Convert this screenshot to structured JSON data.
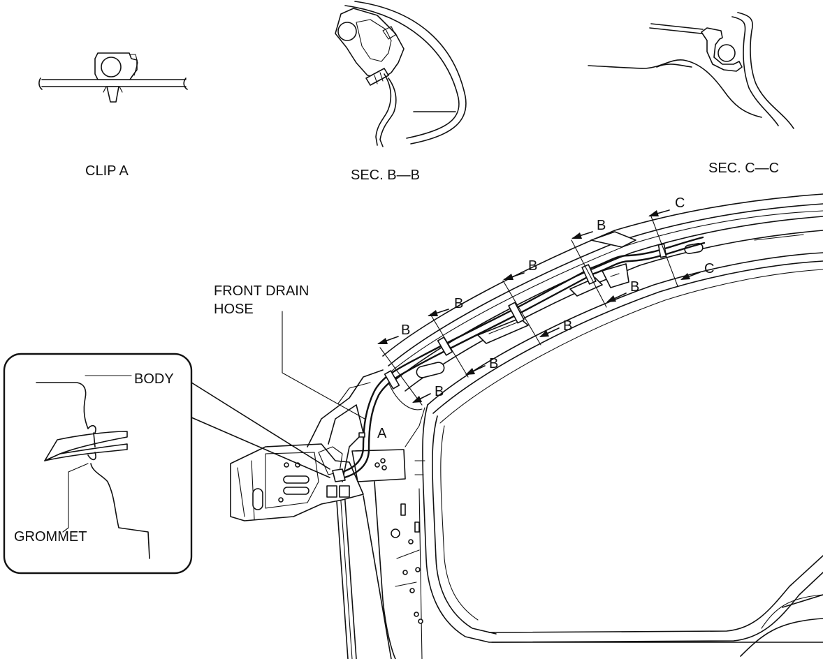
{
  "labels": {
    "clip_a": "CLIP A",
    "sec_b": "SEC. B—B",
    "sec_c": "SEC. C—C",
    "front_drain_hose_line1": "FRONT DRAIN",
    "front_drain_hose_line2": "HOSE",
    "body": "BODY",
    "grommet": "GROMMET",
    "clip_marker": "A",
    "section_b": "B",
    "section_c": "C"
  }
}
